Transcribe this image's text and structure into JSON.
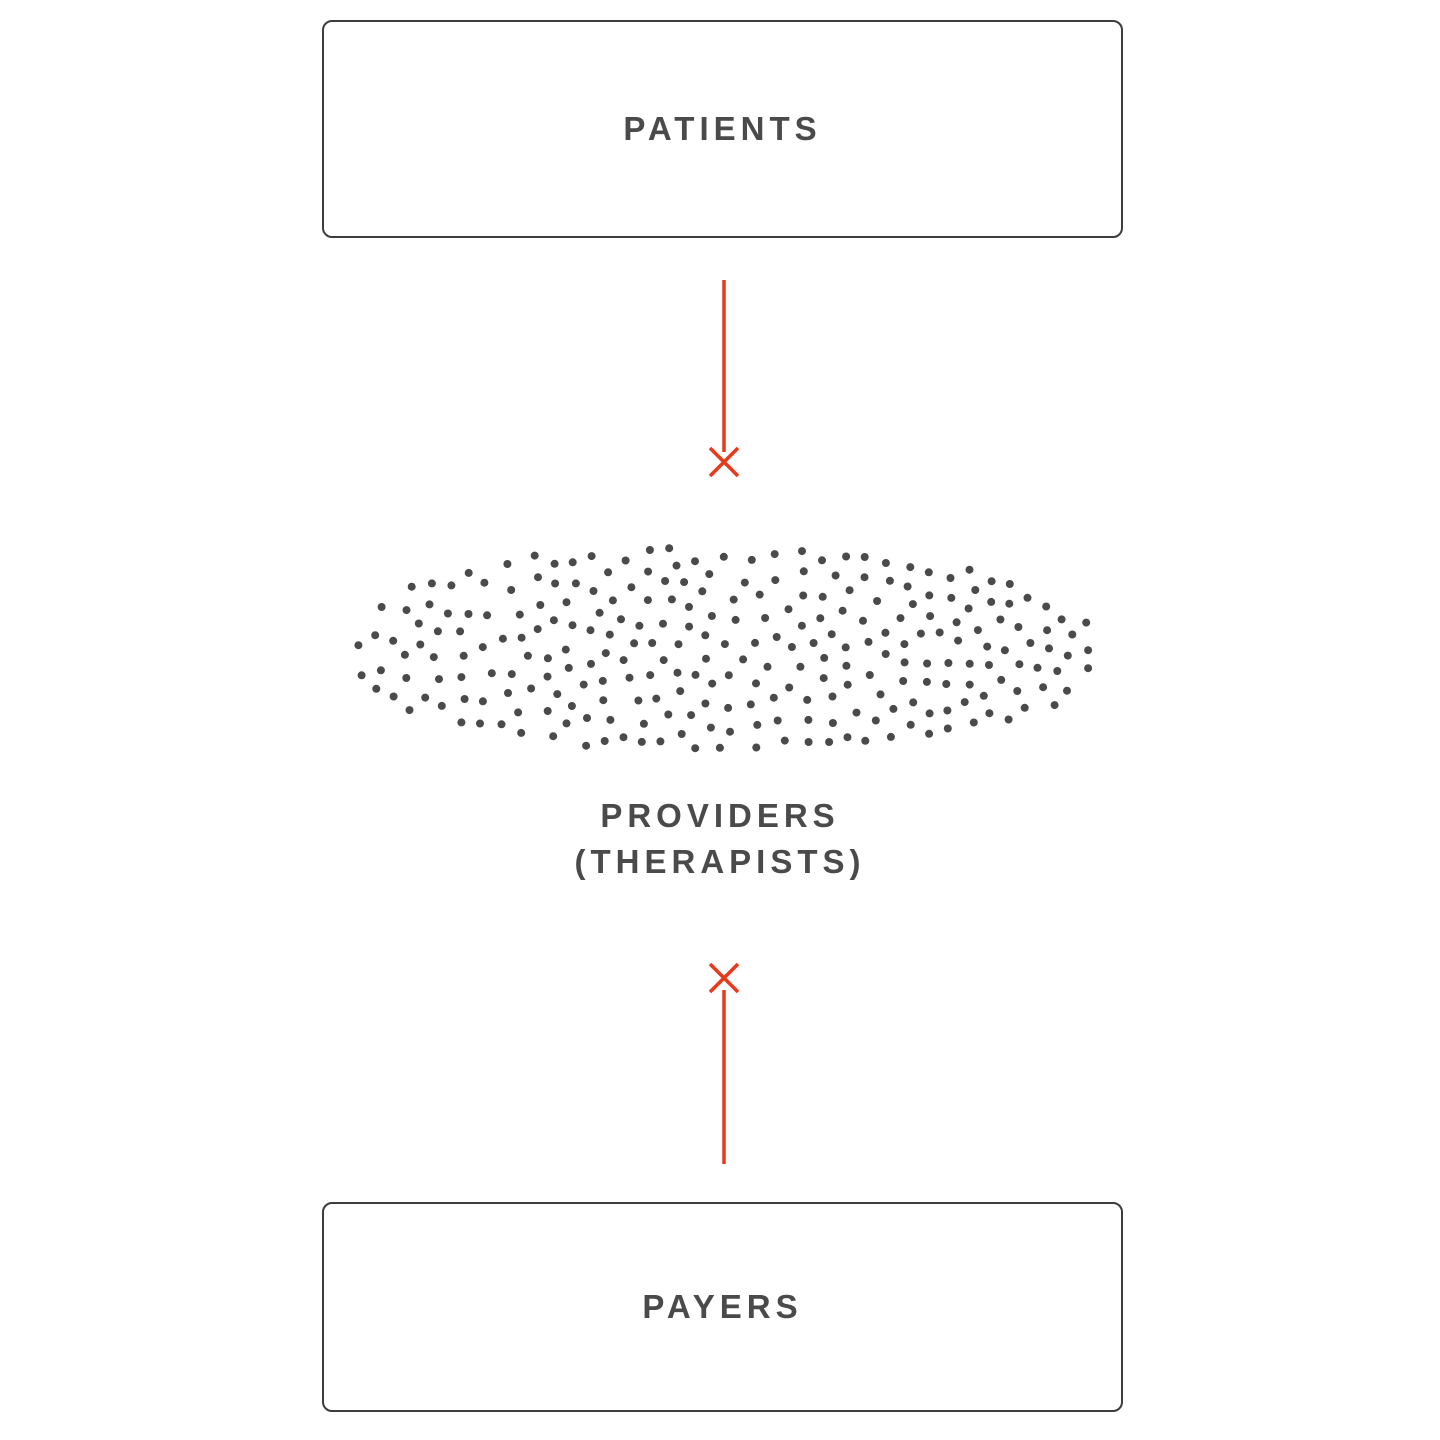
{
  "diagram": {
    "nodes": {
      "patients": {
        "label": "PATIENTS"
      },
      "providers": {
        "label_line1": "PROVIDERS",
        "label_line2": "(THERAPISTS)",
        "representation": "dot-cluster"
      },
      "payers": {
        "label": "PAYERS"
      }
    },
    "connections": [
      {
        "from": "PATIENTS",
        "to": "PROVIDERS (THERAPISTS)",
        "direction": "down",
        "status": "blocked"
      },
      {
        "from": "PAYERS",
        "to": "PROVIDERS (THERAPISTS)",
        "direction": "up",
        "status": "blocked"
      }
    ],
    "dot_cluster": {
      "count": 265,
      "dot_color": "#4a4a4a"
    },
    "colors": {
      "background": "#ffffff",
      "box_border": "#3d3d3d",
      "text": "#4a4a4a",
      "blocked_arrow": "#e8391c"
    }
  }
}
